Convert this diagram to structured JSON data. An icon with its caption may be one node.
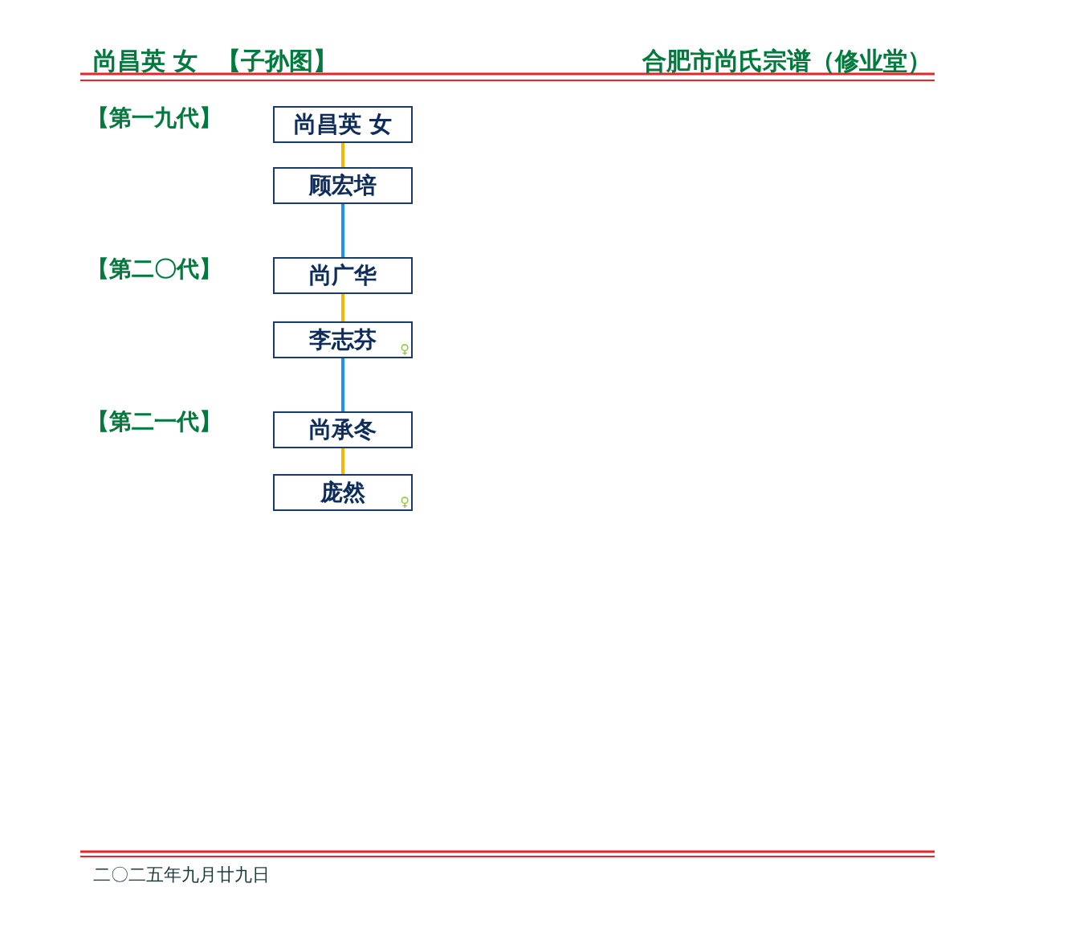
{
  "diagram": {
    "title": "尚昌英 女",
    "nodes": [
      {
        "text": [
          "尚昌英 女"
        ]
      },
      {
        "text": [
          "顾宏培"
        ]
      },
      {
        "text": [
          "尚广华"
        ]
      },
      {
        "text": [
          "李志芬",
          "♀"
        ]
      },
      {
        "text": [
          "尚承冬"
        ]
      },
      {
        "text": [
          "庞然",
          "♀"
        ]
      }
    ],
    "edges": [
      {
        "from": 0,
        "to": 1,
        "arrow": "none"
      },
      {
        "from": 1,
        "to": 2,
        "arrow": "none",
        "color": "#1e90ff"
      },
      {
        "from": 2,
        "to": 3,
        "arrow": "none"
      },
      {
        "from": 3,
        "to": 4,
        "arrow": "none",
        "color": "#1e90ff"
      },
      {
        "from": 4,
        "to": 5,
        "arrow": "none"
      }
    ],
    "labels": [
      "【子孙图】",
      "合肥市尚氏宗谱（修业堂）",
      "【第一九代】",
      "【第二〇代】",
      "【第二一代】",
      "二〇二五年九月廿九日"
    ]
  }
}
